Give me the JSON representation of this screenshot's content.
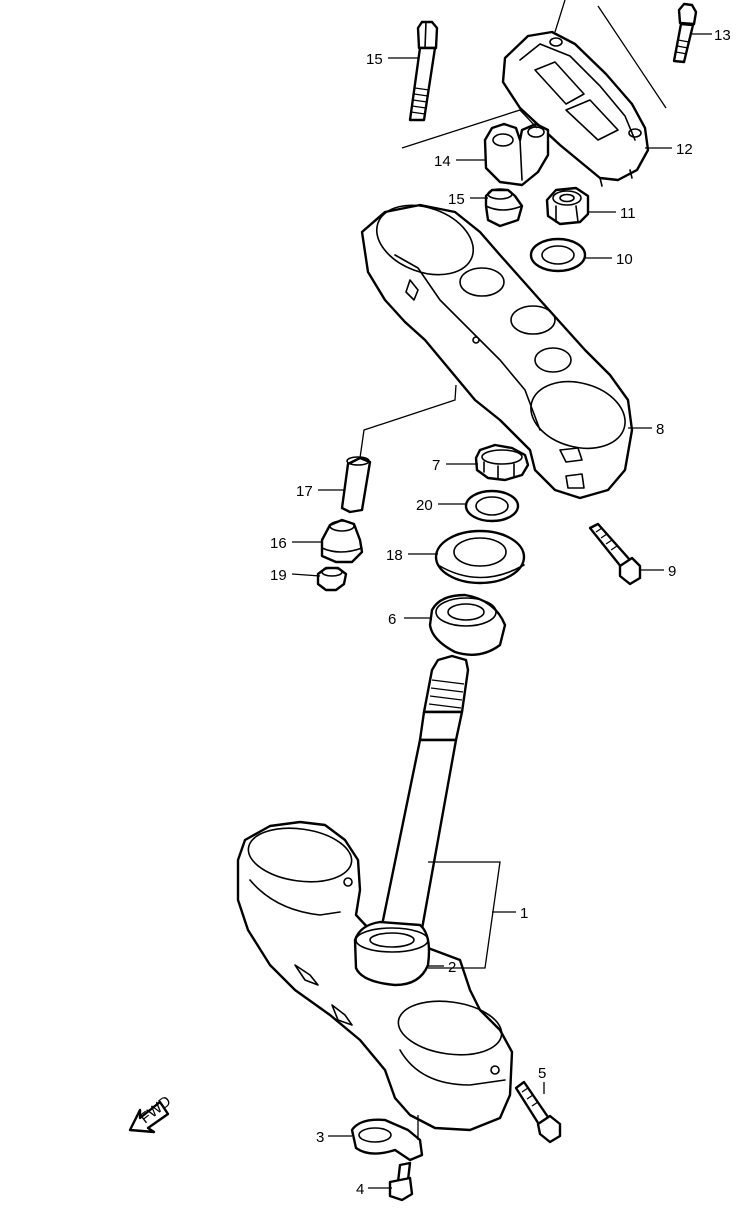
{
  "diagram": {
    "callouts": [
      {
        "id": "1",
        "label": "1"
      },
      {
        "id": "2",
        "label": "2"
      },
      {
        "id": "3",
        "label": "3"
      },
      {
        "id": "4",
        "label": "4"
      },
      {
        "id": "5",
        "label": "5"
      },
      {
        "id": "6",
        "label": "6"
      },
      {
        "id": "7",
        "label": "7"
      },
      {
        "id": "8",
        "label": "8"
      },
      {
        "id": "9",
        "label": "9"
      },
      {
        "id": "10",
        "label": "10"
      },
      {
        "id": "11",
        "label": "11"
      },
      {
        "id": "12",
        "label": "12"
      },
      {
        "id": "13",
        "label": "13"
      },
      {
        "id": "14",
        "label": "14"
      },
      {
        "id": "15a",
        "label": "15"
      },
      {
        "id": "15b",
        "label": "15"
      },
      {
        "id": "16",
        "label": "16"
      },
      {
        "id": "17",
        "label": "17"
      },
      {
        "id": "18",
        "label": "18"
      },
      {
        "id": "19",
        "label": "19"
      },
      {
        "id": "20",
        "label": "20"
      }
    ],
    "fwd_indicator": {
      "label": "FWD",
      "icon": "fwd-arrow-icon"
    },
    "colors": {
      "line": "#000000",
      "background": "#ffffff"
    }
  }
}
